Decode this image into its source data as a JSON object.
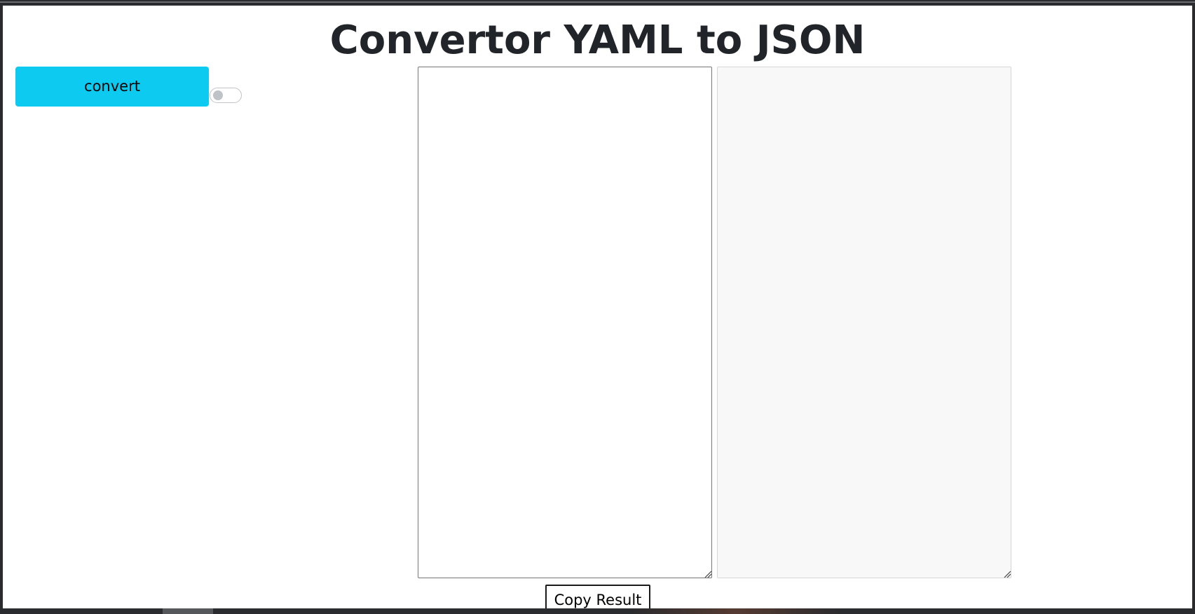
{
  "header": {
    "title": "Convertor YAML to JSON"
  },
  "toolbar": {
    "convert_label": "convert",
    "toggle_on": false
  },
  "editors": {
    "yaml_input_value": "",
    "json_output_value": ""
  },
  "footer": {
    "copy_label": "Copy Result"
  },
  "colors": {
    "convert_button": "#0dcaf0",
    "title_text": "#212529",
    "output_background": "#f8f8f8"
  }
}
